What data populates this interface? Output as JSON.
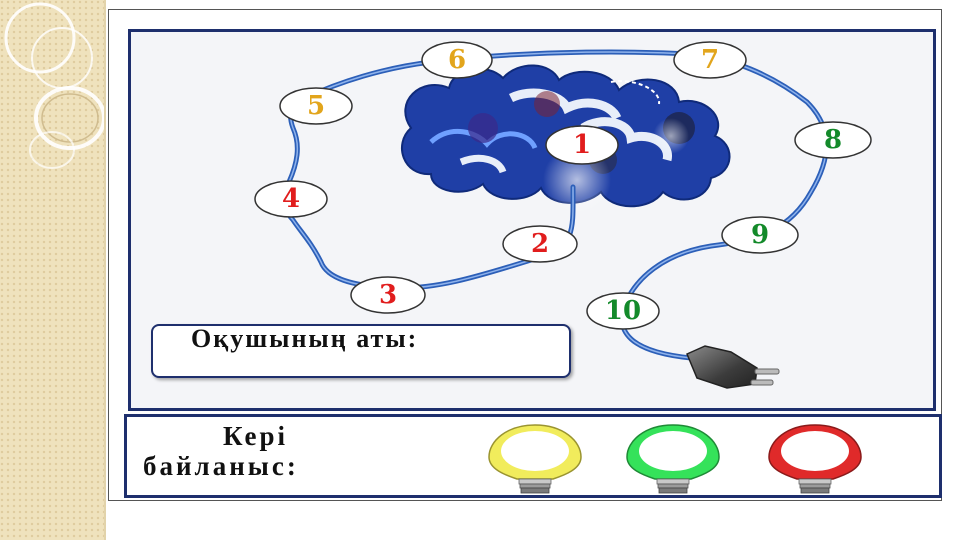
{
  "diagram": {
    "node_labels": [
      "1",
      "2",
      "3",
      "4",
      "5",
      "6",
      "7",
      "8",
      "9",
      "10"
    ],
    "node_colors": {
      "1": "red",
      "2": "red",
      "3": "red",
      "4": "red",
      "5": "yellow",
      "6": "yellow",
      "7": "yellow",
      "8": "green",
      "9": "green",
      "10": "green"
    },
    "student_name_label": "Оқушының аты:"
  },
  "feedback": {
    "title_line1": "Кері",
    "title_line2": "байланыс:",
    "bulbs": [
      {
        "color": "yellow",
        "hex": "#f1ec5c"
      },
      {
        "color": "green",
        "hex": "#35e25a"
      },
      {
        "color": "red",
        "hex": "#e02a2a"
      }
    ]
  },
  "colors": {
    "frame_border": "#1e2f6d",
    "cable": "#2c5fb8",
    "label_yellow": "#e2a51c",
    "label_red": "#e11d1d",
    "label_green": "#138a2a"
  }
}
